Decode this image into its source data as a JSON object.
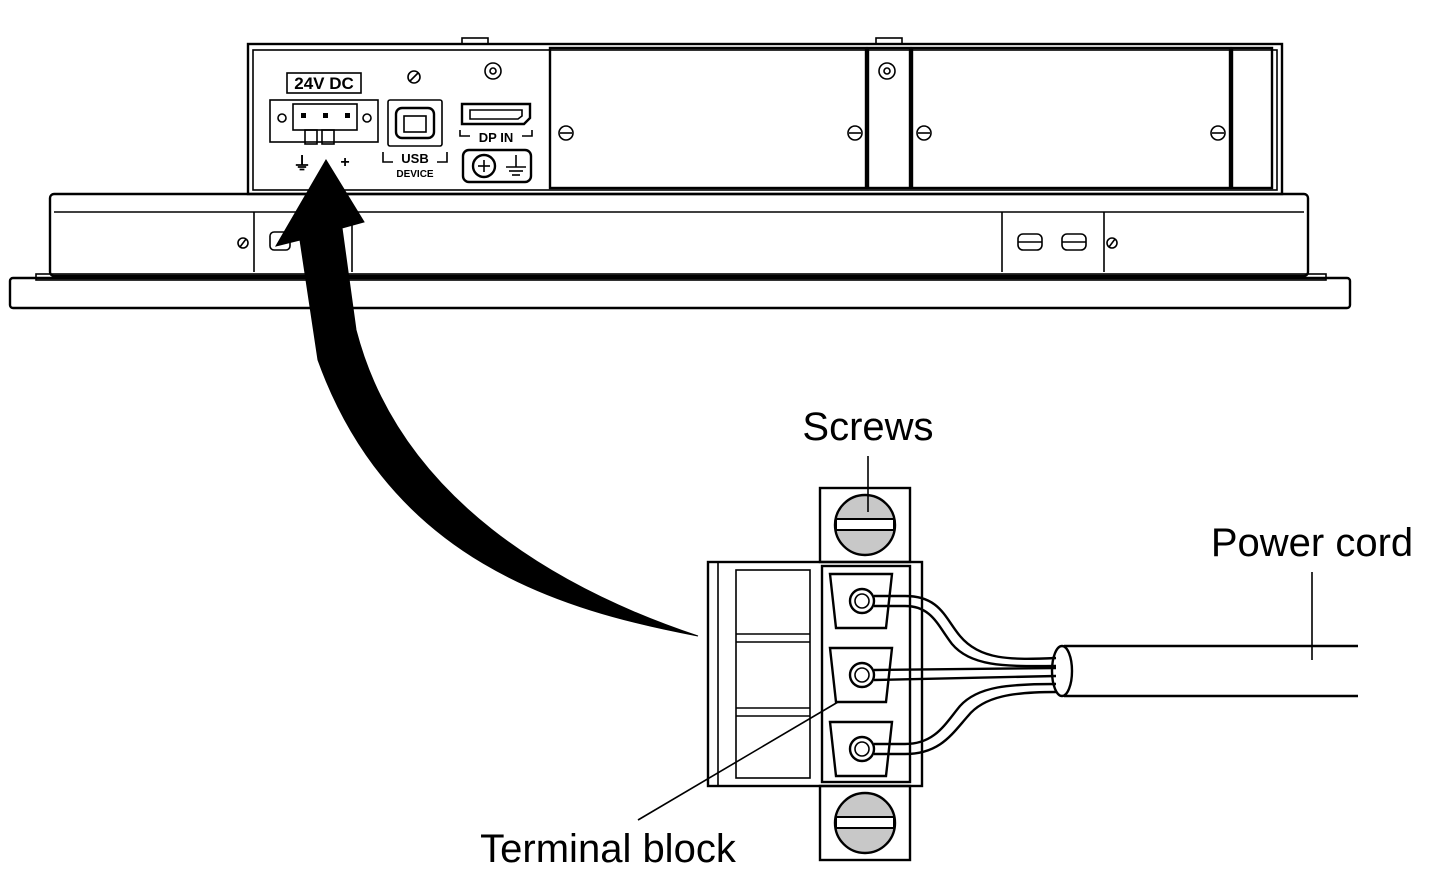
{
  "panel": {
    "power_label": "24V DC",
    "usb_line1": "USB",
    "usb_line2": "DEVICE",
    "dp_label": "DP IN",
    "polarity_negative": "⏚",
    "polarity_positive": "+"
  },
  "callouts": {
    "screws": "Screws",
    "power_cord": "Power cord",
    "terminal_block": "Terminal block"
  },
  "colors": {
    "line": "#000000",
    "screw_fill": "#c8c8c8",
    "background": "#ffffff"
  }
}
